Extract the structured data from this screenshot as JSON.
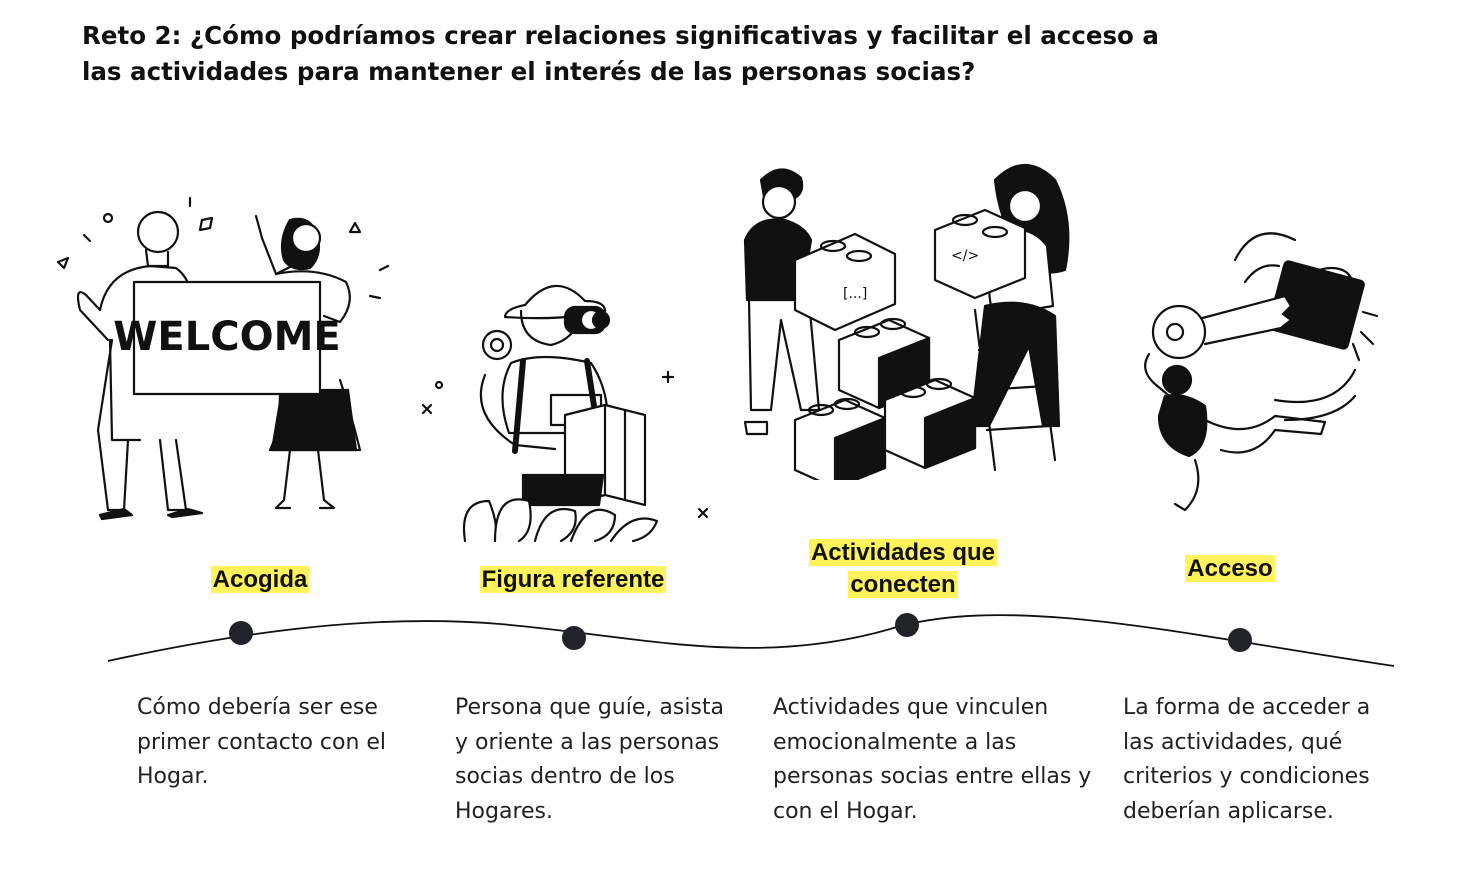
{
  "title": "Reto 2: ¿Cómo podríamos crear relaciones significativas y facilitar el acceso a las actividades para mantener el interés de las personas socias?",
  "welcome_sign": "WELCOME",
  "stages": [
    {
      "label": "Acogida",
      "description": "Cómo debería ser ese primer contacto con el Hogar.",
      "illustration": "welcome-sign-couple-illustration"
    },
    {
      "label": "Figura referente",
      "description": "Persona que guíe, asista y oriente a las personas socias dentro de los Hogares.",
      "illustration": "explorer-binoculars-illustration"
    },
    {
      "label": "Actividades que conecten",
      "description": "Actividades que vinculen emocionalmente a las personas socias entre ellas y con el Hogar.",
      "illustration": "building-blocks-illustration"
    },
    {
      "label": "Acceso",
      "description": "La forma de acceder a las actividades, qué criterios y condiciones deberían aplicarse.",
      "illustration": "key-padlock-illustration"
    }
  ],
  "colors": {
    "highlight": "#fff25a",
    "ink": "#111111",
    "timeline_dot": "#22232a"
  }
}
